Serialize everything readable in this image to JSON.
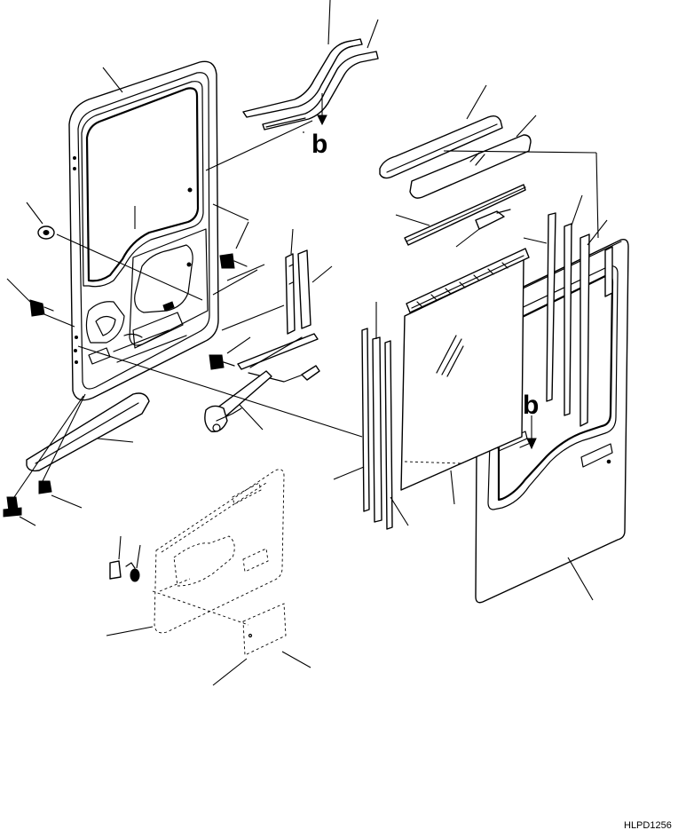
{
  "labels": {
    "view_b_top": "b",
    "view_b_door": "b"
  },
  "drawing_code": "HLPD1256"
}
